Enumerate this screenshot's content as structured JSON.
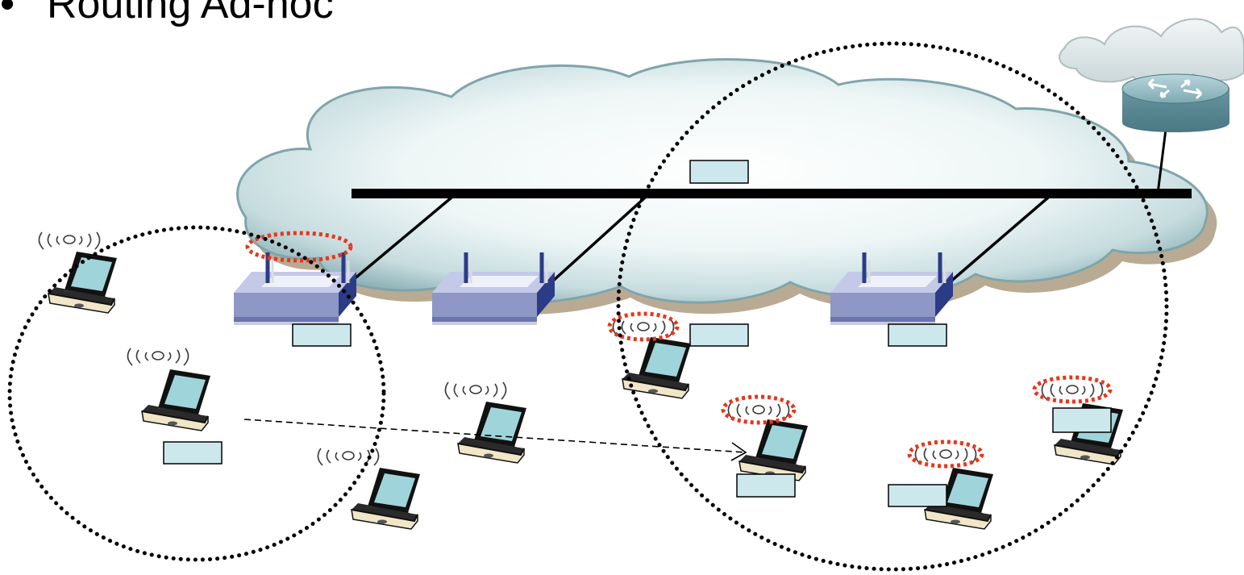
{
  "title": "Routing Ad-hoc",
  "colors": {
    "cloud_fill": "#dfeeee",
    "cloud_edge": "#7fa5ab",
    "cloud_shadow": "#b9ab93",
    "bus_line": "#000000",
    "label_box_fill": "#cce8ec",
    "highlight_ring": "#e8361c",
    "router_body": "#5f8f9b",
    "ap_body": "#8e97c6",
    "laptop_screen": "#9fd4da",
    "coverage_dots": "#000000"
  },
  "icons": [
    "cloud-icon",
    "router-icon",
    "access-point-icon",
    "laptop-icon",
    "wireless-signal-icon",
    "backbone-bus",
    "coverage-circle",
    "label-box",
    "highlight-ring",
    "route-arrow"
  ]
}
